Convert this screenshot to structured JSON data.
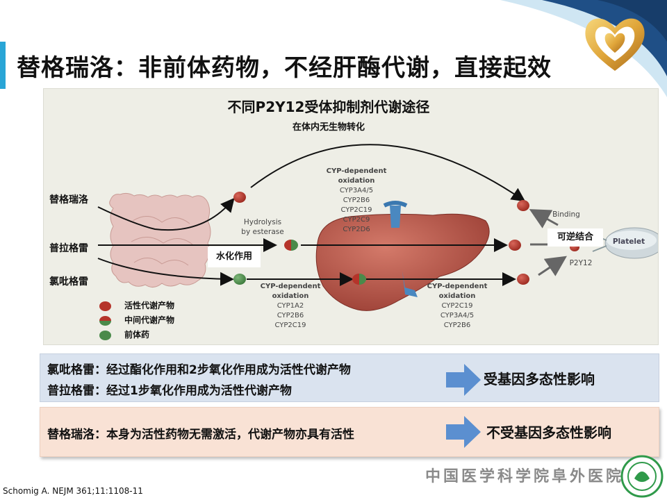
{
  "slide": {
    "title": "替格瑞洛：非前体药物，不经肝酶代谢，直接起效",
    "citation": "Schomig A. NEJM 361;11:1108-11",
    "hospital": "中国医学科学院阜外医院"
  },
  "colors": {
    "accent_blue": "#29a5d6",
    "logo_gold": "#e0a63a",
    "active_metabolite": "#b5342a",
    "intermediate_metabolite_top": "#b5342a",
    "intermediate_metabolite_bottom": "#4a8a4a",
    "prodrug": "#4a8a4a",
    "liver": "#b8544a",
    "box_blue": "#dae3ef",
    "box_peach": "#f9e2d5",
    "arrow_blue": "#5b8fd0",
    "hospital_green": "#2f9a4a"
  },
  "diagram": {
    "title": "不同P2Y12受体抑制剂代谢途径",
    "subtitle": "在体内无生物转化",
    "drugs": {
      "ticagrelor": "替格瑞洛",
      "prasugrel": "普拉格雷",
      "clopidogrel": "氯吡格雷"
    },
    "hydrolysis_en": "Hydrolysis\nby esterase",
    "hydrolysis_zh": "水化作用",
    "cyp_top": {
      "header": "CYP-dependent\noxidation",
      "enzymes": "CYP3A4/5\nCYP2B6\nCYP2C19\nCYP2C9\nCYP2D6"
    },
    "cyp_bottom_left": {
      "header": "CYP-dependent\noxidation",
      "enzymes": "CYP1A2\nCYP2B6\nCYP2C19"
    },
    "cyp_bottom_right": {
      "header": "CYP-dependent\noxidation",
      "enzymes": "CYP2C19\nCYP3A4/5\nCYP2B6"
    },
    "binding": "Binding",
    "reversible_binding_zh": "可逆结合",
    "platelet": "Platelet",
    "receptor": "P2Y12",
    "legend": {
      "active": "活性代谢产物",
      "intermediate": "中间代谢产物",
      "prodrug": "前体药"
    }
  },
  "summary": {
    "clopidogrel_line": "氯吡格雷：经过酯化作用和2步氧化作用成为活性代谢产物",
    "prasugrel_line": "普拉格雷：经过1步氧化作用成为活性代谢产物",
    "genetic_effect": "受基因多态性影响",
    "ticagrelor_line": "替格瑞洛：本身为活性药物无需激活，代谢产物亦具有活性",
    "no_genetic_effect": "不受基因多态性影响"
  },
  "icons": {
    "logo": "heart-ribbon-logo-icon",
    "arrow": "right-arrow-icon",
    "emblem": "hospital-emblem-icon",
    "intestine": "intestine-icon",
    "liver": "liver-icon",
    "platelet": "platelet-icon"
  }
}
